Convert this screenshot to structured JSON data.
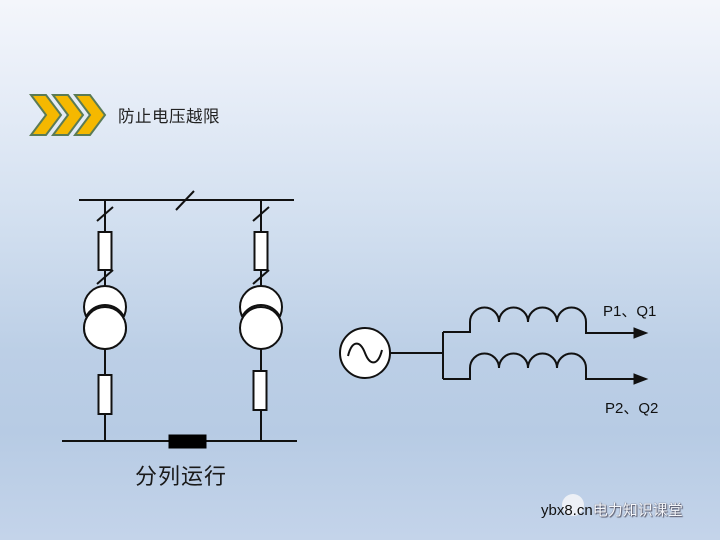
{
  "slide": {
    "title": "防止电压越限",
    "title_icon": "triple-chevron-icon",
    "colors": {
      "chevron_fill": "#f5b800",
      "chevron_outline": "#5b7b55",
      "line": "#111111",
      "background_top": "#f4f6fb",
      "background_mid": "#b9cce4"
    }
  },
  "left_diagram": {
    "caption": "分列运行",
    "description": "Two transformer branches between upper busbar (with bus-tie breaker) and lower busbar connected by a reactor; split operation",
    "components": [
      "upper-busbar",
      "bus-tie-breaker",
      "breaker-left-top",
      "resistor-left-top",
      "breaker-left-mid",
      "transformer-left",
      "resistor-left-bottom",
      "breaker-right-top",
      "resistor-right-top",
      "breaker-right-mid",
      "transformer-right",
      "resistor-right-bottom",
      "lower-busbar",
      "current-limiting-reactor"
    ]
  },
  "right_diagram": {
    "source": "ac-generator-icon",
    "branches": [
      {
        "label": "P1、Q1",
        "element": "inductor"
      },
      {
        "label": "P2、Q2",
        "element": "inductor"
      }
    ]
  },
  "watermark": {
    "site": "ybx8.cn",
    "text": "电力知识课堂"
  }
}
